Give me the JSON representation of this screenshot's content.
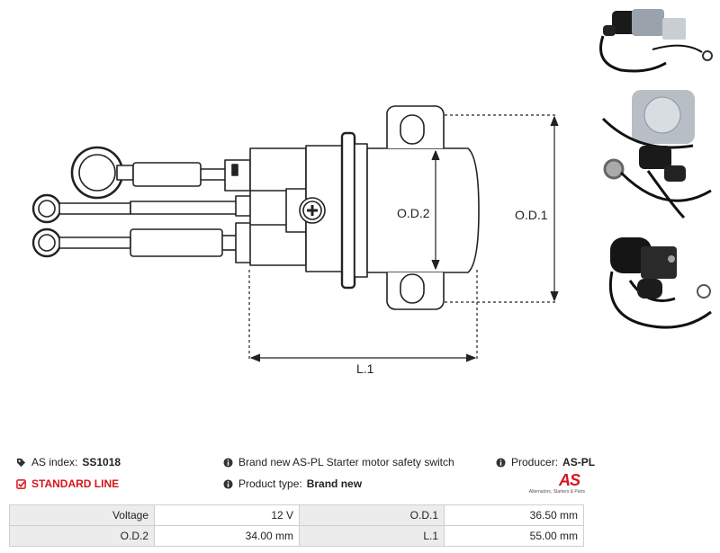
{
  "drawing": {
    "labels": {
      "od2": "O.D.2",
      "od1": "O.D.1",
      "l1": "L.1"
    }
  },
  "info": {
    "as_index_label": "AS index:",
    "as_index_value": "SS1018",
    "line": "STANDARD LINE",
    "description": "Brand new AS-PL Starter motor safety switch",
    "product_type_label": "Product type:",
    "product_type_value": "Brand new",
    "producer_label": "Producer:",
    "producer_value": "AS-PL",
    "logo_mark": "AS",
    "logo_tagline": "Alternators, Starters & Parts"
  },
  "specs": [
    {
      "label1": "Voltage",
      "value1": "12 V",
      "label2": "O.D.1",
      "value2": "36.50 mm"
    },
    {
      "label1": "O.D.2",
      "value1": "34.00 mm",
      "label2": "L.1",
      "value2": "55.00 mm"
    }
  ],
  "colors": {
    "accent_red": "#d6141c",
    "label_bg": "#ececec"
  },
  "icons": [
    "tags-icon",
    "info-icon",
    "check-square-icon"
  ]
}
